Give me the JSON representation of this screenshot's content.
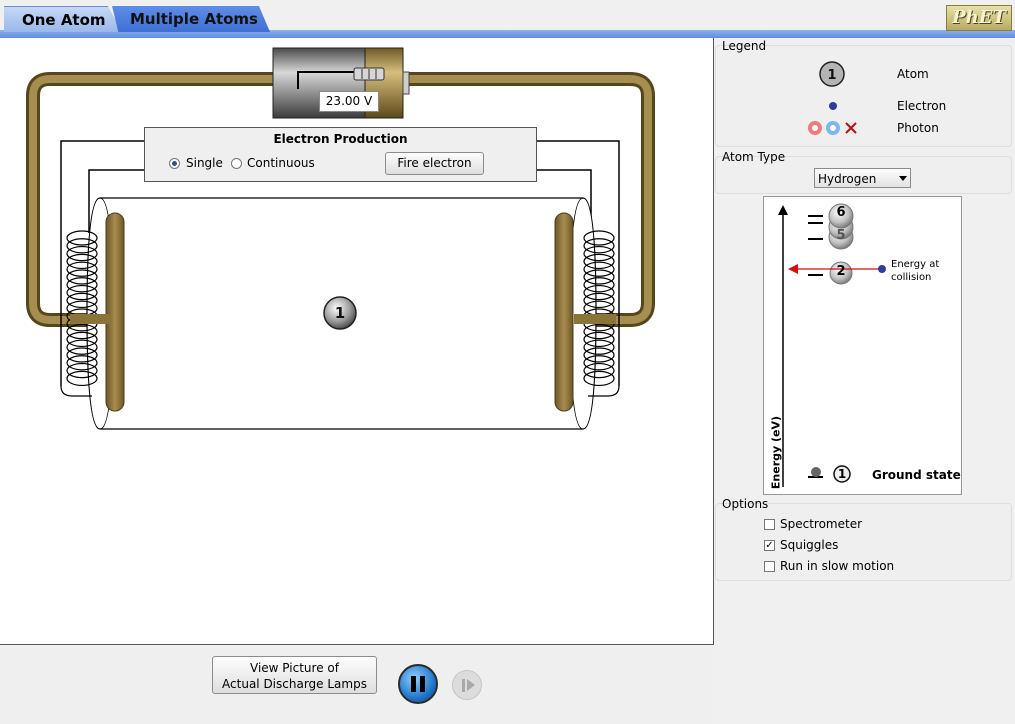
{
  "tabs": [
    {
      "label": "One Atom",
      "active": true
    },
    {
      "label": "Multiple Atoms",
      "active": false
    }
  ],
  "logo": "PhET",
  "battery": {
    "voltage": "23.00 V"
  },
  "electron_production": {
    "title": "Electron Production",
    "options": [
      "Single",
      "Continuous"
    ],
    "selected": "Single",
    "fire_button": "Fire electron"
  },
  "atom": {
    "level": "1"
  },
  "legend": {
    "title": "Legend",
    "items": [
      {
        "icon": "atom-icon",
        "label": "Atom"
      },
      {
        "icon": "electron-icon",
        "label": "Electron"
      },
      {
        "icon": "photon-icon",
        "label": "Photon"
      }
    ]
  },
  "atom_type": {
    "title": "Atom Type",
    "selected": "Hydrogen",
    "options": [
      "Hydrogen"
    ]
  },
  "energy_diagram": {
    "axis_label": "Energy (eV)",
    "levels": [
      "6",
      "5",
      "2",
      "1"
    ],
    "collision_label_1": "Energy at",
    "collision_label_2": "collision",
    "ground_state_label": "Ground state"
  },
  "options": {
    "title": "Options",
    "items": [
      {
        "label": "Spectrometer",
        "checked": false
      },
      {
        "label": "Squiggles",
        "checked": true
      },
      {
        "label": "Run in slow motion",
        "checked": false
      }
    ]
  },
  "bottom": {
    "view_picture_line1": "View Picture of",
    "view_picture_line2": "Actual Discharge Lamps"
  },
  "colors": {
    "tab_active": "#b6cdf2",
    "tab_inactive": "#4f7fdd",
    "wire": "#8a7438",
    "electron": "#2a3e9a",
    "arrow": "#d01010"
  }
}
